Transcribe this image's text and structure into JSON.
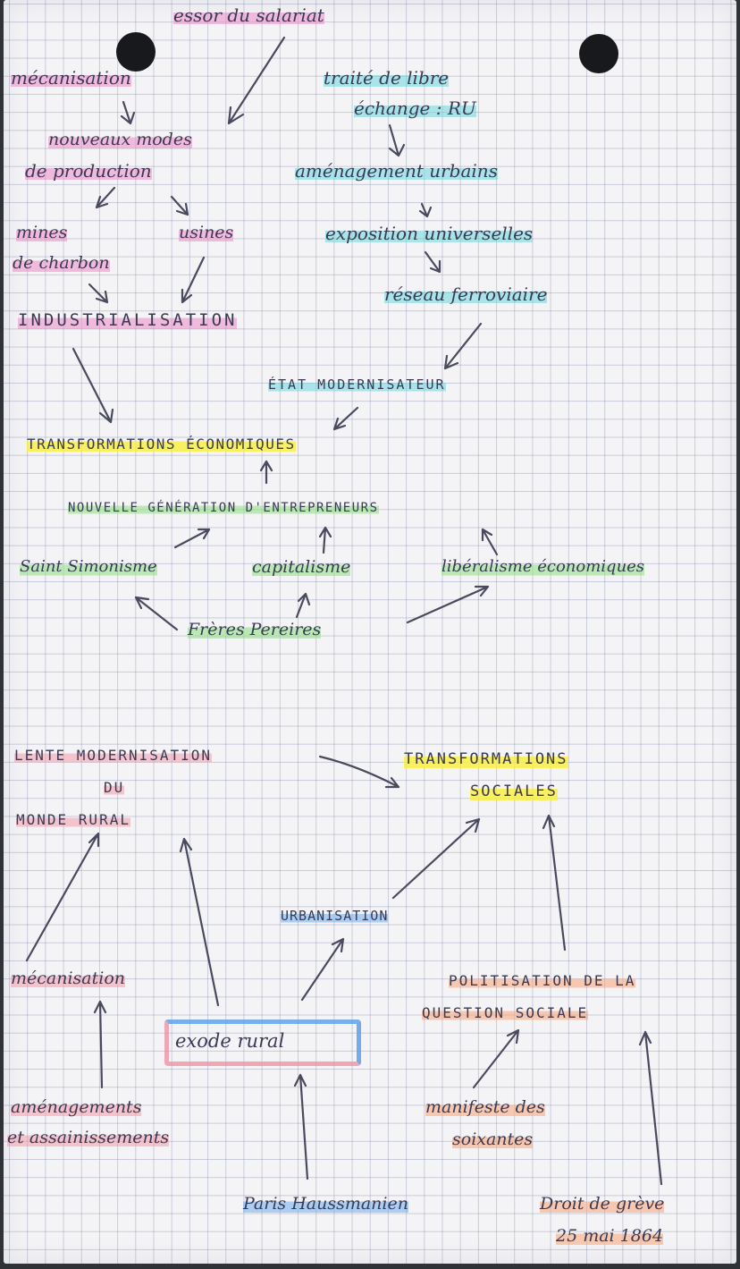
{
  "nodes": {
    "essor": "essor du salariat",
    "mecanisation1": "mécanisation",
    "nouveaux1": "nouveaux modes",
    "nouveaux2": "de production",
    "traite1": "traité de libre",
    "traite2": "échange : RU",
    "amenagement_urbains": "aménagement urbains",
    "mines": "mines",
    "charbon": "de charbon",
    "usines": "usines",
    "expo": "exposition universelles",
    "reseau": "réseau ferroviaire",
    "industrialisation": "INDUSTRIALISATION",
    "etat": "ÉTAT MODERNISATEUR",
    "transfo_eco": "TRANSFORMATIONS ÉCONOMIQUES",
    "nouvelle_gen": "NOUVELLE GÉNÉRATION D'ENTREPRENEURS",
    "saint_simon": "Saint Simonisme",
    "capitalisme": "capitalisme",
    "liberalisme": "libéralisme économiques",
    "pereires": "Frères Pereires",
    "lente1": "LENTE MODERNISATION",
    "lente2": "DU",
    "lente3": "MONDE RURAL",
    "transfo_soc1": "TRANSFORMATIONS",
    "transfo_soc2": "SOCIALES",
    "urbanisation": "URBANISATION",
    "mecanisation2": "mécanisation",
    "politisation1": "POLITISATION DE LA",
    "politisation2": "QUESTION SOCIALE",
    "exode": "exode rural",
    "amen1": "aménagements",
    "amen2": "et assainissements",
    "manifeste1": "manifeste des",
    "manifeste2": "soixantes",
    "paris": "Paris Haussmanien",
    "droit1": "Droit de grève",
    "droit2": "25 mai 1864"
  }
}
